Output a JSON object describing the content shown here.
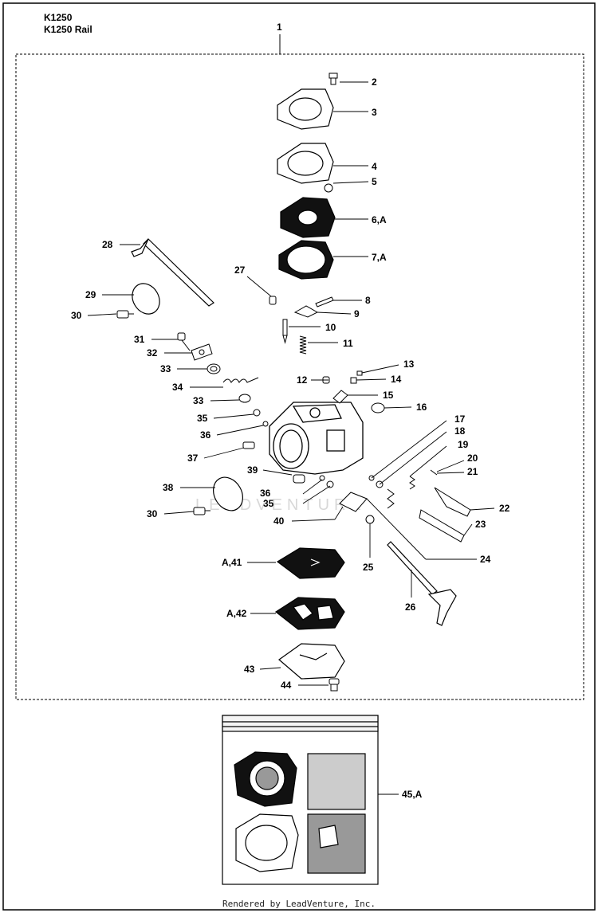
{
  "header": {
    "model_line1": "K1250",
    "model_line2": "K1250 Rail"
  },
  "assembly_label": "1",
  "callouts": [
    "2",
    "3",
    "4",
    "5",
    "6,A",
    "7,A",
    "8",
    "9",
    "10",
    "11",
    "12",
    "13",
    "14",
    "15",
    "16",
    "17",
    "18",
    "19",
    "20",
    "21",
    "22",
    "23",
    "24",
    "25",
    "26",
    "27",
    "28",
    "29",
    "30",
    "31",
    "32",
    "33",
    "33",
    "34",
    "35",
    "36",
    "37",
    "38",
    "30",
    "39",
    "36",
    "35",
    "40",
    "A,41",
    "A,42",
    "43",
    "44",
    "45,A"
  ],
  "watermark": "LEADVENTURE",
  "footer": "Rendered by LeadVenture, Inc."
}
